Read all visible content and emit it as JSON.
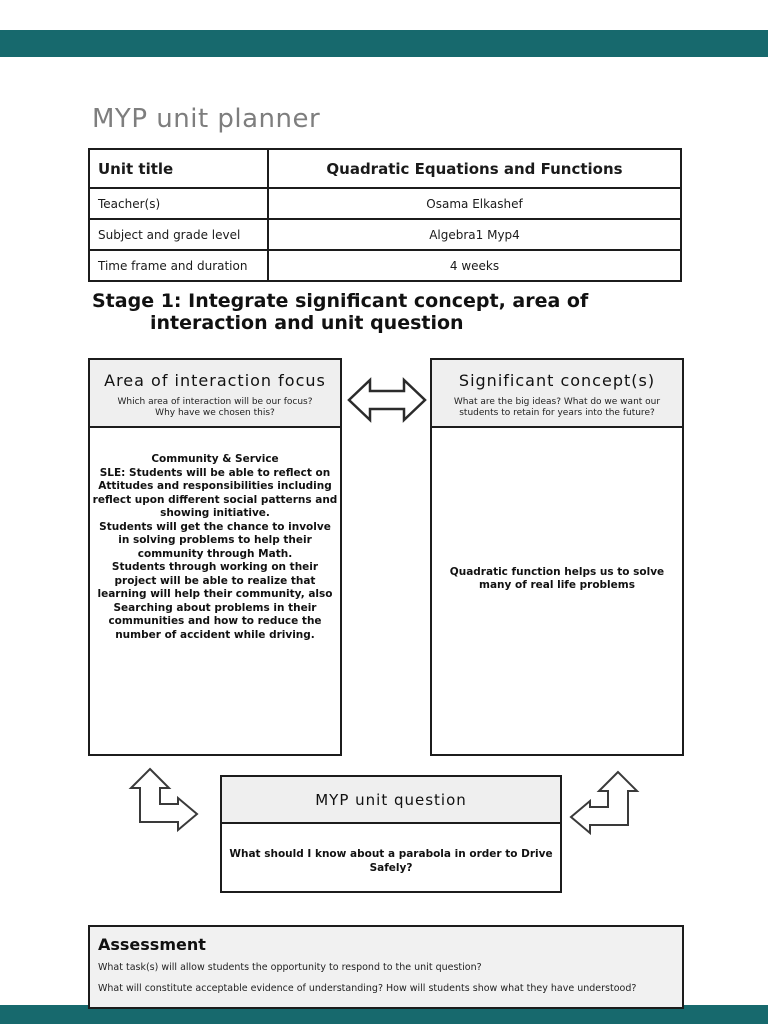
{
  "page": {
    "title": "MYP unit planner"
  },
  "unit_table": {
    "rows": [
      {
        "label": "Unit title",
        "value": "Quadratic Equations and Functions"
      },
      {
        "label": "Teacher(s)",
        "value": "Osama Elkashef"
      },
      {
        "label": "Subject and grade level",
        "value": "Algebra1 Myp4"
      },
      {
        "label": "Time frame and duration",
        "value": "4 weeks"
      }
    ]
  },
  "stage1": {
    "line1": "Stage 1: Integrate significant concept, area of",
    "line2": "interaction and unit question"
  },
  "area_box": {
    "title": "Area of interaction focus",
    "subtitle_line1": "Which area of interaction will be our focus?",
    "subtitle_line2": "Why have we chosen this?",
    "p1": "Community & Service",
    "p2": "SLE: Students will be able to reflect on Attitudes and responsibilities including reflect upon different social patterns and showing initiative.",
    "p3": "Students will get the chance to involve in solving problems to help their community through Math.",
    "p4": "Students through working on their project will be able to realize that learning will help their community, also Searching about problems in their communities and how to reduce the number of accident while driving."
  },
  "concept_box": {
    "title": "Significant concept(s)",
    "subtitle_line1": "What are the big ideas? What do we want our",
    "subtitle_line2": "students to retain for years into the future?",
    "body": "Quadratic function helps us to solve many of real life problems"
  },
  "question_box": {
    "title": "MYP unit question",
    "body": "What should I know about a parabola in order to Drive Safely?"
  },
  "assessment": {
    "title": "Assessment",
    "q1": "What task(s) will allow students the opportunity to respond to the unit question?",
    "q2": "What will constitute acceptable evidence of understanding? How will students show what they have understood?"
  },
  "icons": {
    "between_boxes": "left-right-double-arrow",
    "left_of_question": "bent-up-right-arrow",
    "right_of_question": "bent-up-left-arrow"
  },
  "colors": {
    "band_teal": "#17696d",
    "header_gray": "#efefef",
    "assessment_gray": "#f1f1f1",
    "title_gray": "#7e7e7e",
    "border_black": "#1c1c1c"
  }
}
